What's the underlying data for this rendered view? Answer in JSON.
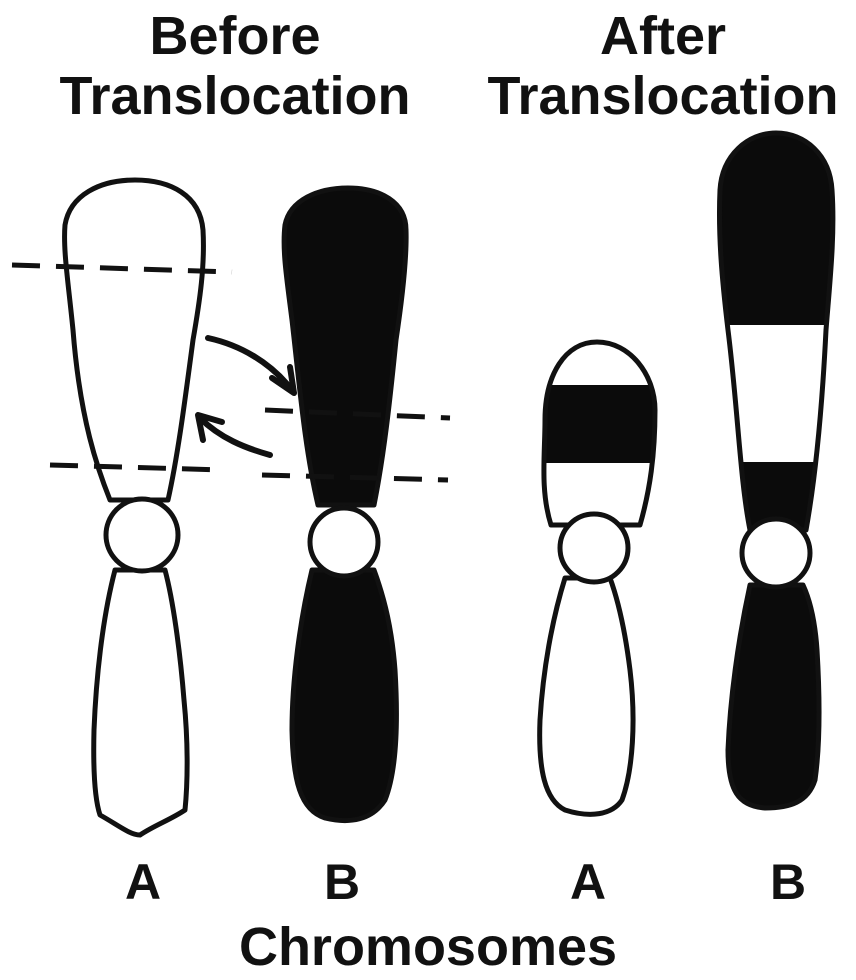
{
  "panels": {
    "before": {
      "title_line1": "Before",
      "title_line2": "Translocation"
    },
    "after": {
      "title_line1": "After",
      "title_line2": "Translocation"
    }
  },
  "chromosome_labels": {
    "before_a": "A",
    "before_b": "B",
    "after_a": "A",
    "after_b": "B"
  },
  "caption": "Chromosomes",
  "colors": {
    "ink": "#111111",
    "fill_dark": "#0b0b0b",
    "background": "#ffffff"
  }
}
